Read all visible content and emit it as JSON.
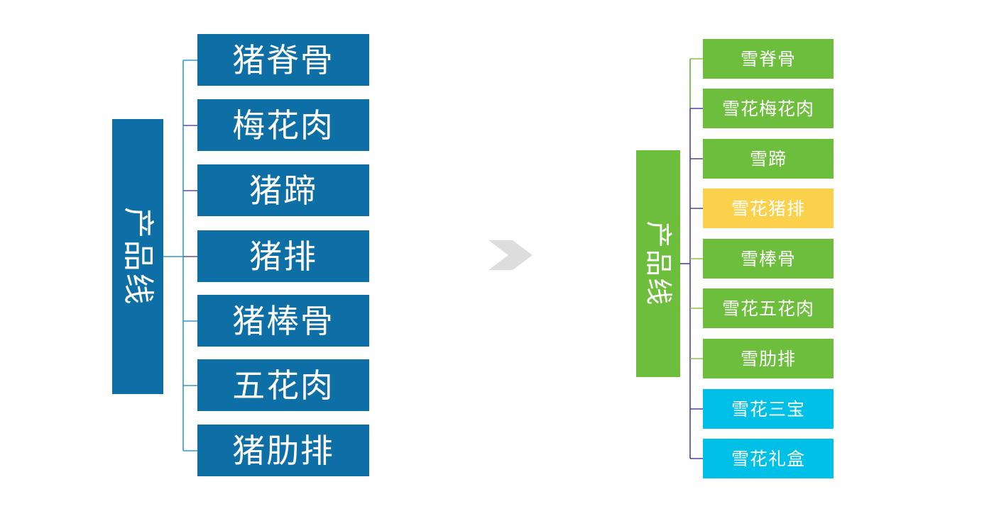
{
  "diagram": {
    "type": "transformation-comparison",
    "background_color": "#FFFFFF",
    "center_arrow": {
      "name": "transition-arrow",
      "shape": "chevron-right",
      "color": "#DDDDDD"
    },
    "left_group": {
      "trunk_label": "产品线",
      "trunk_color": "#0E6FA7",
      "node_color": "#0E6FA7",
      "text_color": "#FFFFFF",
      "connector_colors": [
        "#2E9BD6",
        "#5B4FA8",
        "#5B4FA8",
        "#5B4FA8",
        "#2E9BD6",
        "#2E9BD6",
        "#2E9BD6"
      ],
      "items": [
        {
          "label": "猪脊骨",
          "color": "#0E6FA7"
        },
        {
          "label": "梅花肉",
          "color": "#0E6FA7"
        },
        {
          "label": "猪蹄",
          "color": "#0E6FA7"
        },
        {
          "label": "猪排",
          "color": "#0E6FA7"
        },
        {
          "label": "猪棒骨",
          "color": "#0E6FA7"
        },
        {
          "label": "五花肉",
          "color": "#0E6FA7"
        },
        {
          "label": "猪肋排",
          "color": "#0E6FA7"
        }
      ]
    },
    "right_group": {
      "trunk_label": "产品线",
      "trunk_color": "#6CBE3C",
      "text_color": "#FFFFFF",
      "connector_colors": [
        "#8CC63F",
        "#4A43A0",
        "#4A43A0",
        "#4A43A0",
        "#8CC63F",
        "#8CC63F",
        "#8CC63F",
        "#4A43A0",
        "#4A43A0"
      ],
      "items": [
        {
          "label": "雪脊骨",
          "color": "#6CBE3C"
        },
        {
          "label": "雪花梅花肉",
          "color": "#6CBE3C"
        },
        {
          "label": "雪蹄",
          "color": "#6CBE3C"
        },
        {
          "label": "雪花猪排",
          "color": "#FBD14B"
        },
        {
          "label": "雪棒骨",
          "color": "#6CBE3C"
        },
        {
          "label": "雪花五花肉",
          "color": "#6CBE3C"
        },
        {
          "label": "雪肋排",
          "color": "#6CBE3C"
        },
        {
          "label": "雪花三宝",
          "color": "#00C0E8"
        },
        {
          "label": "雪花礼盒",
          "color": "#00C0E8"
        }
      ]
    }
  }
}
